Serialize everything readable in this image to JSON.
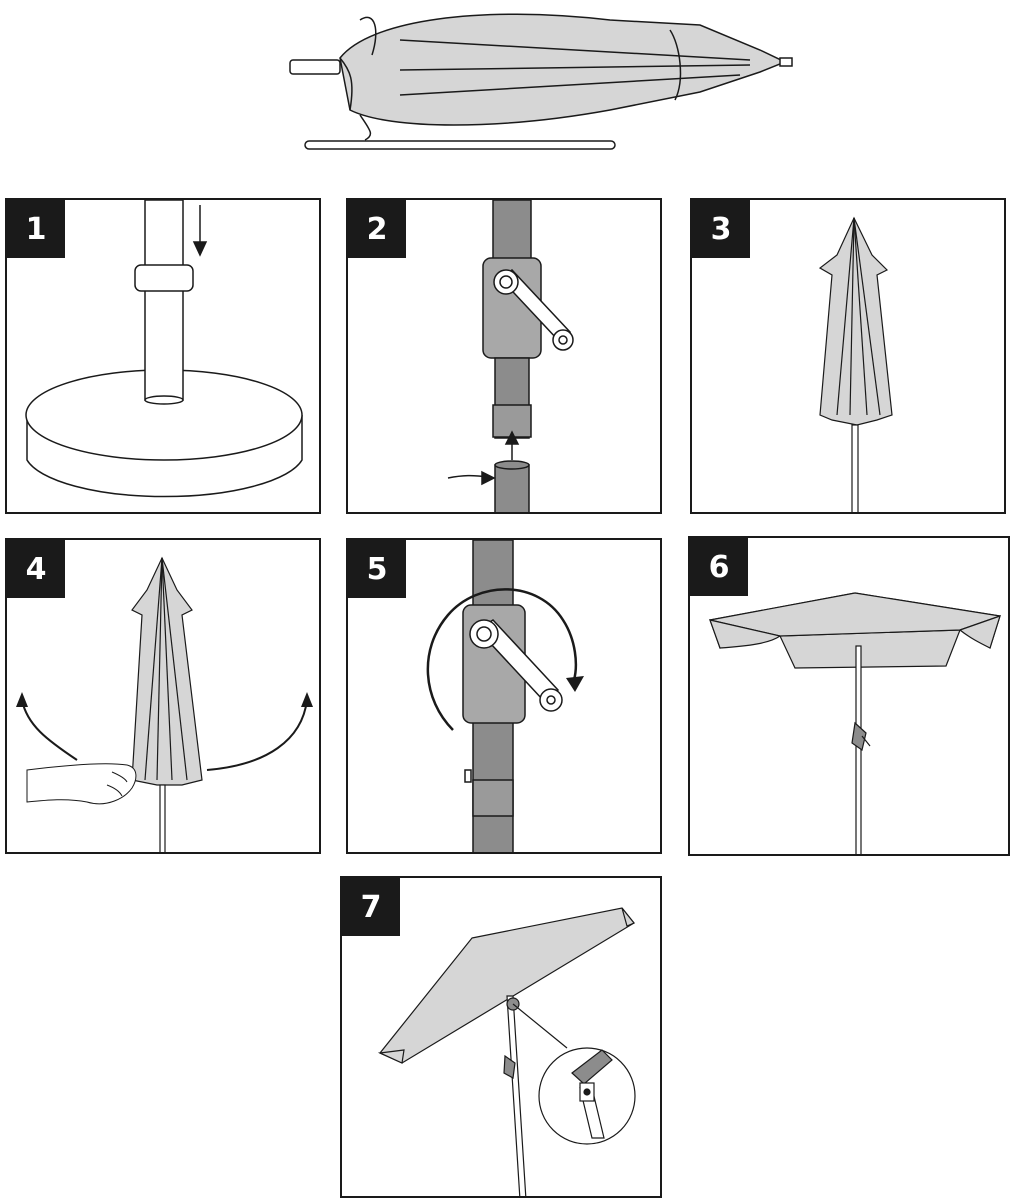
{
  "steps": [
    {
      "number": "1",
      "icon": "base-insert-pole-icon"
    },
    {
      "number": "2",
      "icon": "crank-connect-pole-icon"
    },
    {
      "number": "3",
      "icon": "closed-umbrella-icon"
    },
    {
      "number": "4",
      "icon": "loosen-canopy-icon"
    },
    {
      "number": "5",
      "icon": "rotate-crank-icon"
    },
    {
      "number": "6",
      "icon": "open-umbrella-icon"
    },
    {
      "number": "7",
      "icon": "tilt-umbrella-icon"
    }
  ],
  "top": {
    "icon": "packed-umbrella-parts-icon"
  },
  "colors": {
    "canopy": "#d6d6d6",
    "pole_dark": "#8c8c8c",
    "line": "#1a1a1a"
  }
}
